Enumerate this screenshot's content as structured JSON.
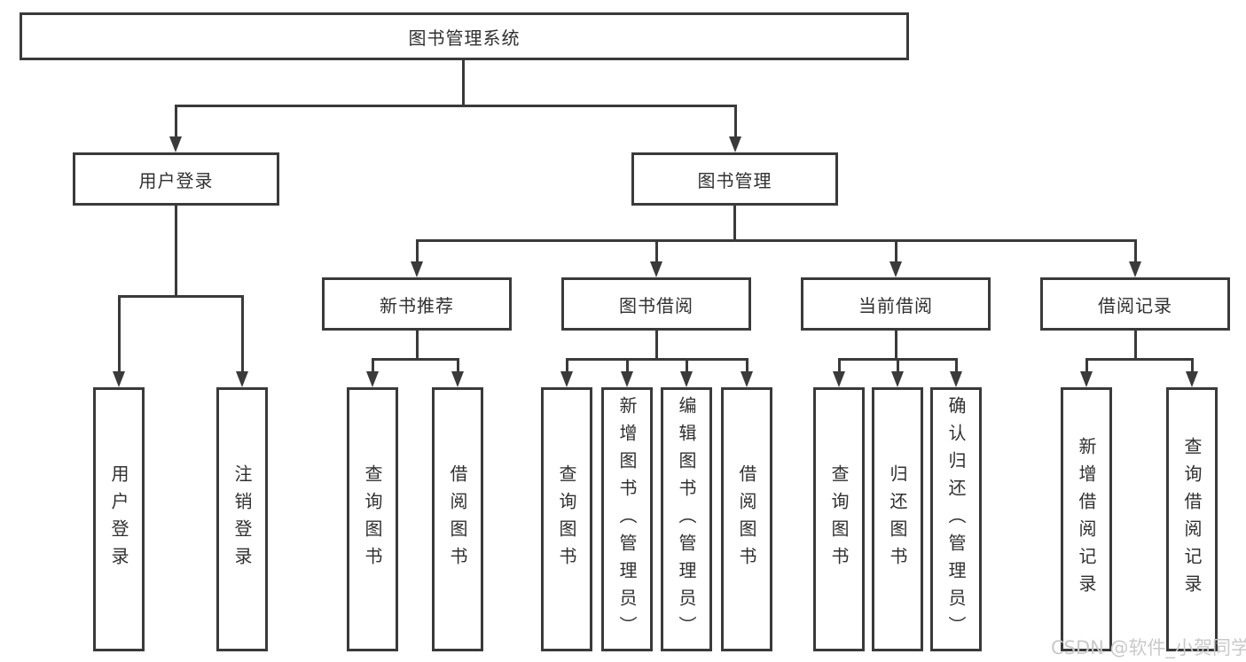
{
  "diagram": {
    "type": "hierarchy-tree",
    "root": {
      "label": "图书管理系统",
      "children": [
        {
          "label": "用户登录",
          "children": [
            {
              "label": "用户登录"
            },
            {
              "label": "注销登录"
            }
          ]
        },
        {
          "label": "图书管理",
          "children": [
            {
              "label": "新书推荐",
              "children": [
                {
                  "label": "查询图书"
                },
                {
                  "label": "借阅图书"
                }
              ]
            },
            {
              "label": "图书借阅",
              "children": [
                {
                  "label": "查询图书"
                },
                {
                  "label": "新增图书（管理员）"
                },
                {
                  "label": "编辑图书（管理员）"
                },
                {
                  "label": "借阅图书"
                }
              ]
            },
            {
              "label": "当前借阅",
              "children": [
                {
                  "label": "查询图书"
                },
                {
                  "label": "归还图书"
                },
                {
                  "label": "确认归还（管理员）"
                }
              ]
            },
            {
              "label": "借阅记录",
              "children": [
                {
                  "label": "新增借阅记录"
                },
                {
                  "label": "查询借阅记录"
                }
              ]
            }
          ]
        }
      ]
    },
    "colors": {
      "line": "#3a3a3a",
      "box_background": "#ffffff",
      "text": "#303030",
      "watermark": "#c9c9c9"
    }
  },
  "watermark": {
    "text": "CSDN @软件_小贺同学"
  }
}
